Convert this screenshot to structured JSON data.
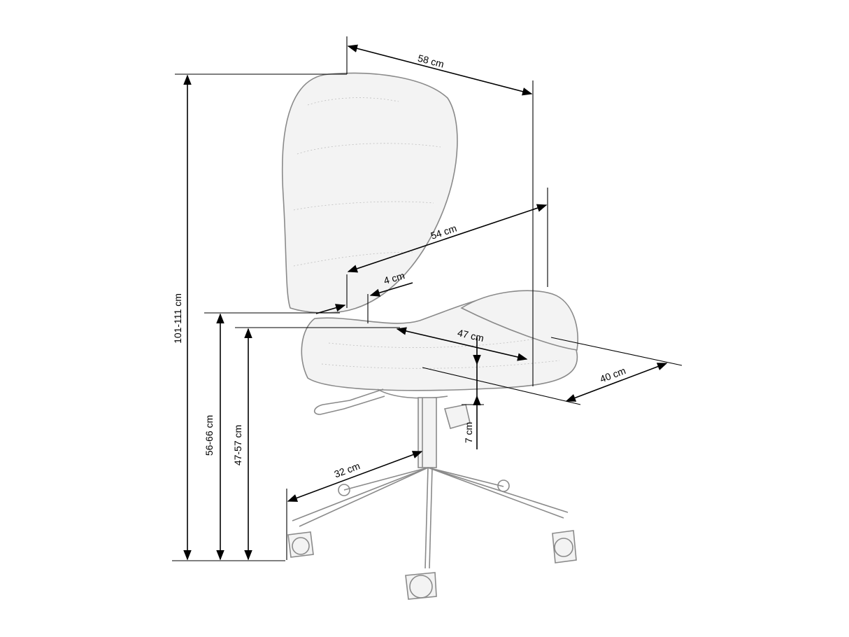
{
  "dimensions": {
    "total_height": "101-111 cm",
    "width_top": "58 cm",
    "seat_width": "54 cm",
    "seat_thickness": "4 cm",
    "seat_depth": "47 cm",
    "base_depth": "40 cm",
    "gas_lift": "7 cm",
    "base_radius": "32 cm",
    "armrest_height": "56-66 cm",
    "seat_height": "47-57 cm"
  }
}
